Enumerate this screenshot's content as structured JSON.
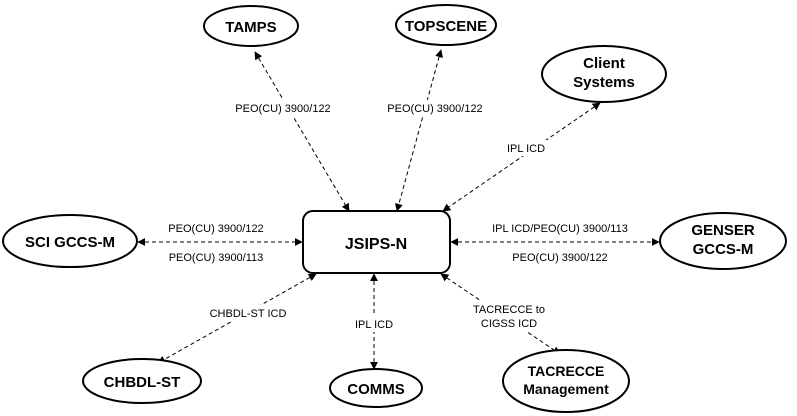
{
  "nodes": {
    "center": [
      "JSIPS-N"
    ],
    "tamps": [
      "TAMPS"
    ],
    "topscene": [
      "TOPSCENE"
    ],
    "client": [
      "Client",
      "Systems"
    ],
    "sci": [
      "SCI GCCS-M"
    ],
    "genser": [
      "GENSER",
      "GCCS-M"
    ],
    "chbdl": [
      "CHBDL-ST"
    ],
    "comms": [
      "COMMS"
    ],
    "tacrecce": [
      "TACRECCE",
      "Management"
    ]
  },
  "edges": {
    "tamps": [
      "PEO(CU) 3900/122"
    ],
    "topscene": [
      "PEO(CU) 3900/122"
    ],
    "client": [
      "IPL ICD"
    ],
    "sci_top": [
      "PEO(CU) 3900/122"
    ],
    "sci_bottom": [
      "PEO(CU) 3900/113"
    ],
    "genser_top": [
      "IPL ICD/PEO(CU) 3900/113"
    ],
    "genser_bottom": [
      "PEO(CU) 3900/122"
    ],
    "chbdl": [
      "CHBDL-ST ICD"
    ],
    "comms": [
      "IPL ICD"
    ],
    "tacrecce": [
      "TACRECCE to",
      "CIGSS ICD"
    ]
  }
}
